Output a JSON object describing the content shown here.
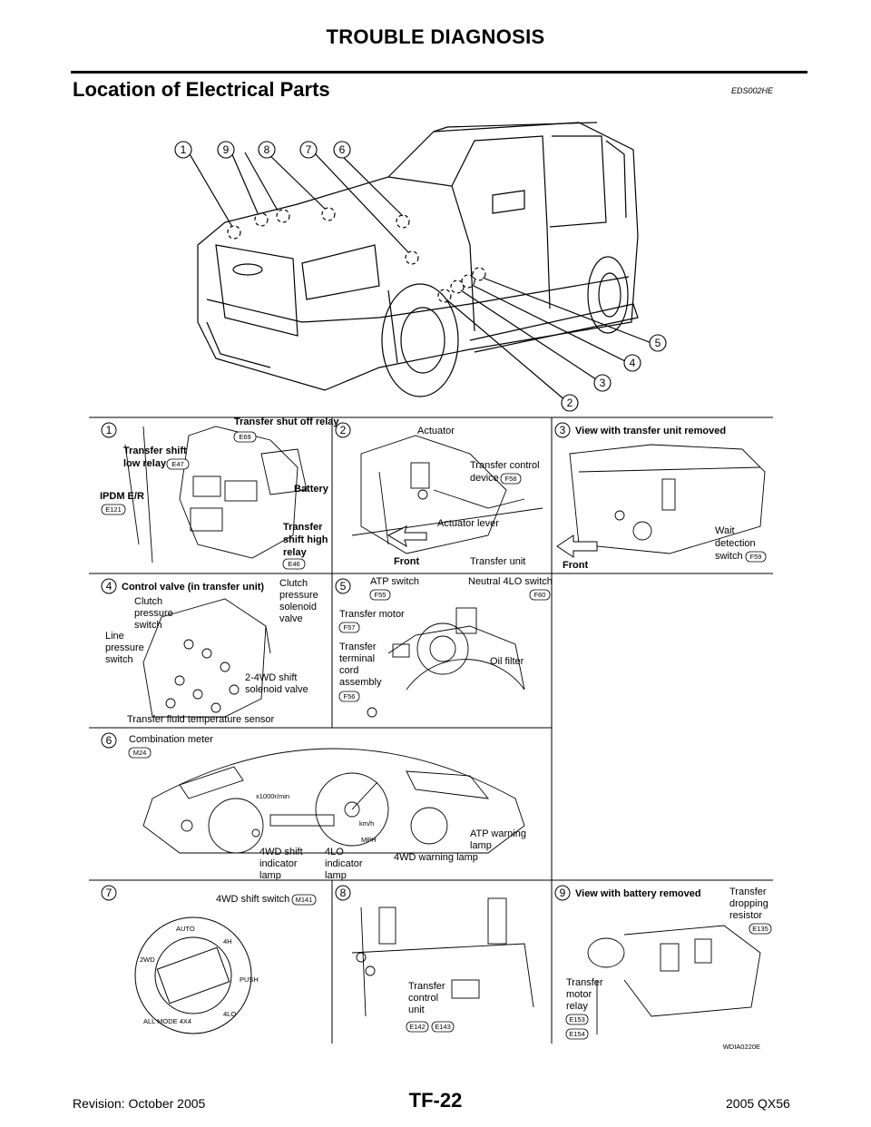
{
  "header": {
    "title": "TROUBLE DIAGNOSIS"
  },
  "section": {
    "title": "Location of Electrical Parts",
    "code": "EDS002HE"
  },
  "figure": {
    "code": "WDIA0220E",
    "vehicle_callouts": [
      "1",
      "9",
      "8",
      "7",
      "6",
      "5",
      "4",
      "3",
      "2"
    ],
    "panels": {
      "p1": {
        "num": "1",
        "labels": {
          "shutoff": "Transfer shut off relay",
          "shift_low_1": "Transfer shift",
          "shift_low_2": "low relay",
          "ipdm": "IPDM E/R",
          "battery": "Battery",
          "shift_high_1": "Transfer",
          "shift_high_2": "shift high",
          "shift_high_3": "relay"
        },
        "connectors": {
          "shutoff": "E69",
          "shift_low": "E47",
          "ipdm": "E121",
          "shift_high": "E46"
        }
      },
      "p2": {
        "num": "2",
        "labels": {
          "actuator": "Actuator",
          "tcd_1": "Transfer control",
          "tcd_2": "device",
          "lever": "Actuator lever",
          "front": "Front",
          "unit": "Transfer unit"
        },
        "connectors": {
          "tcd": "F58"
        }
      },
      "p3": {
        "num": "3",
        "labels": {
          "title": "View with transfer unit removed",
          "wait_1": "Wait",
          "wait_2": "detection",
          "wait_3": "switch",
          "front": "Front"
        },
        "connectors": {
          "wait": "F59"
        }
      },
      "p4": {
        "num": "4",
        "labels": {
          "title": "Control valve (in transfer unit)",
          "cps_1": "Clutch",
          "cps_2": "pressure",
          "cps_3": "switch",
          "cpsv_1": "Clutch",
          "cpsv_2": "pressure",
          "cpsv_3": "solenoid",
          "cpsv_4": "valve",
          "lps_1": "Line",
          "lps_2": "pressure",
          "lps_3": "switch",
          "sv_1": "2-4WD shift",
          "sv_2": "solenoid valve",
          "temp": "Transfer fluid temperature sensor"
        }
      },
      "p5": {
        "num": "5",
        "labels": {
          "atp": "ATP switch",
          "neutral": "Neutral 4LO switch",
          "motor": "Transfer motor",
          "term_1": "Transfer",
          "term_2": "terminal",
          "term_3": "cord",
          "term_4": "assembly",
          "oil": "Oil filter"
        },
        "connectors": {
          "atp": "F55",
          "neutral": "F60",
          "motor": "F57",
          "term": "F56"
        }
      },
      "p6": {
        "num": "6",
        "labels": {
          "meter": "Combination meter",
          "ind_1": "4WD shift",
          "ind_2": "indicator",
          "ind_3": "lamp",
          "lo_1": "4LO",
          "lo_2": "indicator",
          "lo_3": "lamp",
          "warn": "4WD warning lamp",
          "atp_1": "ATP warning",
          "atp_2": "lamp",
          "mph": "MPH",
          "rpm": "x1000r/min",
          "kmh": "km/h"
        },
        "connectors": {
          "meter": "M24"
        }
      },
      "p7": {
        "num": "7",
        "labels": {
          "switch": "4WD shift switch",
          "auto": "AUTO",
          "h4": "4H",
          "l4": "4LO",
          "wd2": "2WD",
          "push": "PUSH",
          "allmode": "ALL MODE 4X4"
        },
        "connectors": {
          "switch": "M141"
        }
      },
      "p8": {
        "num": "8",
        "labels": {
          "tcu_1": "Transfer",
          "tcu_2": "control",
          "tcu_3": "unit"
        },
        "connectors": {
          "c1": "E142",
          "c2": "E143"
        }
      },
      "p9": {
        "num": "9",
        "labels": {
          "title": "View with battery removed",
          "res_1": "Transfer",
          "res_2": "dropping",
          "res_3": "resistor",
          "relay_1": "Transfer",
          "relay_2": "motor",
          "relay_3": "relay"
        },
        "connectors": {
          "res": "E135",
          "r1": "E153",
          "r2": "E154"
        }
      }
    }
  },
  "footer": {
    "revision": "Revision: October 2005",
    "page": "TF-22",
    "model": "2005 QX56"
  }
}
